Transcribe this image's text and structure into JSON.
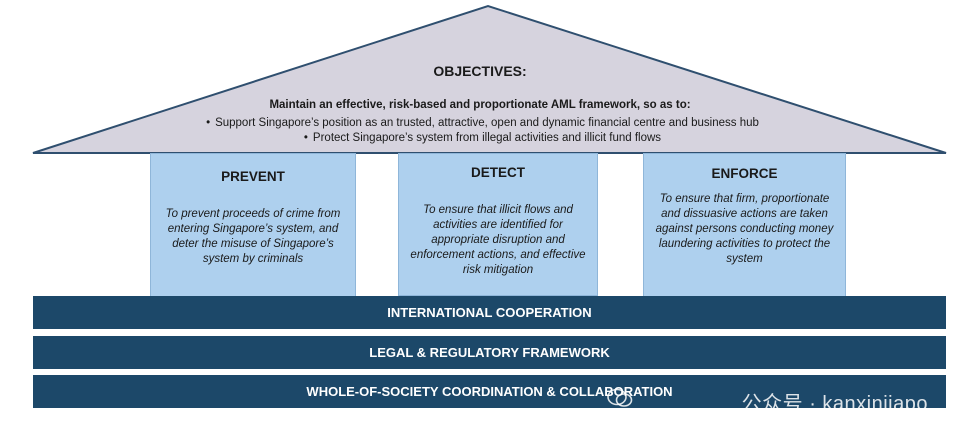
{
  "objectives": {
    "title": "OBJECTIVES:",
    "main": "Maintain an effective, risk-based and proportionate AML framework, so as to:",
    "bullets": [
      "Support Singapore’s position as an trusted, attractive, open and dynamic financial centre and business hub",
      "Protect Singapore’s system from illegal activities and illicit fund flows"
    ]
  },
  "pillars": [
    {
      "title": "PREVENT",
      "desc": "To prevent proceeds of crime from entering Singapore’s system, and deter the misuse of Singapore’s system by criminals"
    },
    {
      "title": "DETECT",
      "desc": "To ensure that illicit flows and activities are identified for appropriate disruption and enforcement actions, and effective risk mitigation"
    },
    {
      "title": "ENFORCE",
      "desc": "To ensure that firm, proportionate and dissuasive actions are taken against persons conducting money laundering activities to protect the system"
    }
  ],
  "foundations": [
    "INTERNATIONAL COOPERATION",
    "LEGAL & REGULATORY FRAMEWORK",
    "WHOLE-OF-SOCIETY COORDINATION & COLLABORATION"
  ],
  "watermark": "公众号 · kanxinjiapo",
  "colors": {
    "roof_fill": "#d6d3de",
    "roof_stroke": "#2f4f6f",
    "pillar_fill": "#aed0ee",
    "band_fill": "#1c4869"
  }
}
